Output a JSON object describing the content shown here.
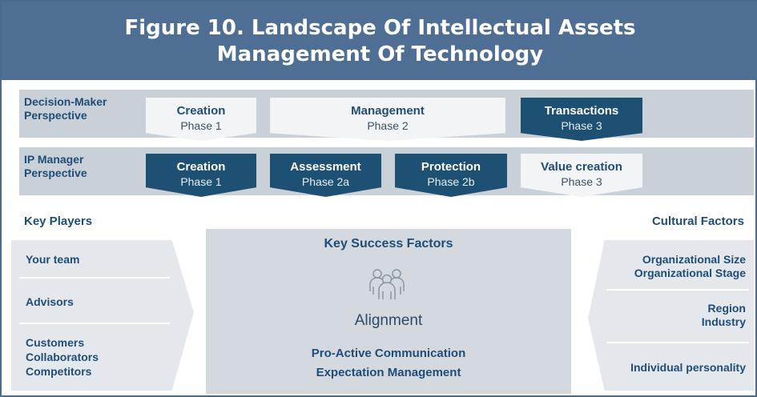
{
  "title": {
    "line1": "Figure 10. Landscape Of Intellectual Assets",
    "line2": "Management Of Technology"
  },
  "decision_maker": {
    "label_line1": "Decision-Maker",
    "label_line2": "Perspective",
    "phases": [
      {
        "title": "Creation",
        "phase": "Phase 1",
        "style": "light"
      },
      {
        "title": "Management",
        "phase": "Phase 2",
        "style": "light"
      },
      {
        "title": "Transactions",
        "phase": "Phase 3",
        "style": "dark"
      }
    ]
  },
  "ip_manager": {
    "label_line1": "IP Manager",
    "label_line2": "Perspective",
    "phases": [
      {
        "title": "Creation",
        "phase": "Phase 1",
        "style": "dark"
      },
      {
        "title": "Assessment",
        "phase": "Phase 2a",
        "style": "dark"
      },
      {
        "title": "Protection",
        "phase": "Phase 2b",
        "style": "dark"
      },
      {
        "title": "Value creation",
        "phase": "Phase 3",
        "style": "light"
      }
    ]
  },
  "key_players": {
    "title": "Key Players",
    "items": [
      [
        "Your team"
      ],
      [
        "Advisors"
      ],
      [
        "Customers",
        "Collaborators",
        "Competitors"
      ]
    ]
  },
  "key_success_factors": {
    "title": "Key Success Factors",
    "icon": "team-icon",
    "headline": "Alignment",
    "items": [
      "Pro-Active Communication",
      "Expectation Management"
    ]
  },
  "cultural_factors": {
    "title": "Cultural Factors",
    "items": [
      [
        "Organizational Size",
        "Organizational Stage"
      ],
      [
        "Region",
        "Industry"
      ],
      [
        "Individual personality"
      ]
    ]
  },
  "colors": {
    "header_bg": "#4e6f93",
    "dark_chevron": "#1d5073",
    "light_chevron": "#f2f4f6",
    "band": "#c9d0d8",
    "text_blue": "#1f4d78"
  }
}
